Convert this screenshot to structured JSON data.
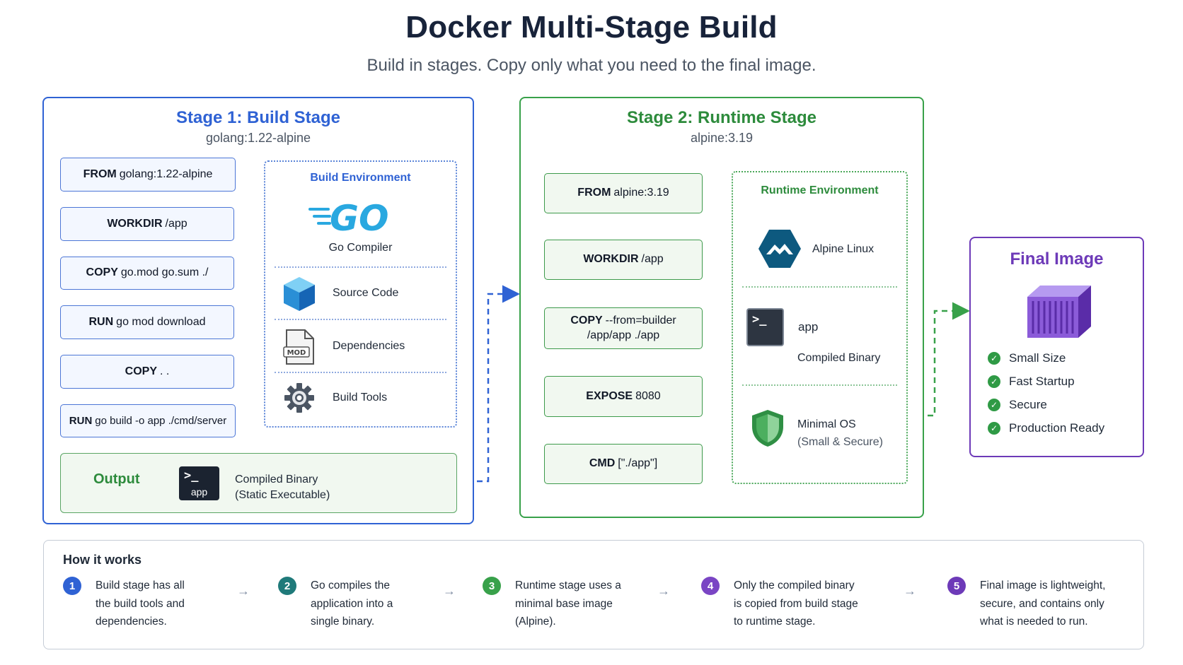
{
  "title": "Docker Multi-Stage Build",
  "subtitle": "Build in stages. Copy only what you need to the final image.",
  "stage1": {
    "title": "Stage 1:  Build Stage",
    "image": "golang:1.22-alpine",
    "steps": [
      {
        "kw": "FROM",
        "arg": "golang:1.22-alpine"
      },
      {
        "kw": "WORKDIR",
        "arg": "/app"
      },
      {
        "kw": "COPY",
        "arg": "go.mod go.sum ./"
      },
      {
        "kw": "RUN",
        "arg": "go mod download"
      },
      {
        "kw": "COPY",
        "arg": ". ."
      },
      {
        "kw": "RUN",
        "arg": "go build -o app ./cmd/server"
      }
    ],
    "env": {
      "title": "Build Environment",
      "go_logo": "GO",
      "compiler_label": "Go Compiler",
      "items": [
        {
          "icon": "cube-icon",
          "label": "Source Code"
        },
        {
          "icon": "file-mod-icon",
          "label": "Dependencies",
          "badge": "MOD"
        },
        {
          "icon": "gear-icon",
          "label": "Build Tools"
        }
      ]
    },
    "output": {
      "label": "Output",
      "icon_text": "app",
      "prompt": ">_",
      "line1": "Compiled Binary",
      "line2": "(Static Executable)"
    }
  },
  "stage2": {
    "title": "Stage 2:  Runtime Stage",
    "image": "alpine:3.19",
    "steps": [
      {
        "kw": "FROM",
        "arg": "alpine:3.19"
      },
      {
        "kw": "WORKDIR",
        "arg": "/app"
      },
      {
        "kw": "COPY",
        "arg": "--from=builder",
        "arg2": "/app/app ./app"
      },
      {
        "kw": "EXPOSE",
        "arg": "8080"
      },
      {
        "kw": "CMD",
        "arg": "[\"./app\"]"
      }
    ],
    "env": {
      "title": "Runtime Environment",
      "alpine_label": "Alpine Linux",
      "app_label": "app",
      "app_sub": "Compiled Binary",
      "prompt": ">_",
      "os_label": "Minimal OS",
      "os_sub": "(Small & Secure)"
    }
  },
  "final": {
    "title": "Final Image",
    "features": [
      "Small Size",
      "Fast Startup",
      "Secure",
      "Production Ready"
    ]
  },
  "how": {
    "title": "How it works",
    "steps": [
      {
        "n": "1",
        "color": "#2f62d4",
        "lines": [
          "Build stage has all",
          "the build tools and",
          "dependencies."
        ]
      },
      {
        "n": "2",
        "color": "#1f7a7a",
        "lines": [
          "Go compiles the",
          "application into a",
          "single binary."
        ]
      },
      {
        "n": "3",
        "color": "#38a14a",
        "lines": [
          "Runtime stage uses a",
          "minimal base image",
          "(Alpine)."
        ]
      },
      {
        "n": "4",
        "color": "#7a45c4",
        "lines": [
          "Only the compiled binary",
          "is copied from build stage",
          "to runtime stage."
        ]
      },
      {
        "n": "5",
        "color": "#6d3ab8",
        "lines": [
          "Final image is lightweight,",
          "secure, and contains only",
          "what is needed to run."
        ]
      }
    ],
    "arrow": "→"
  },
  "colors": {
    "blue": "#2f62d4",
    "green": "#38a14a",
    "purple": "#6d3ab8",
    "go_blue": "#29a8e0",
    "alpine_navy": "#0d597f"
  }
}
